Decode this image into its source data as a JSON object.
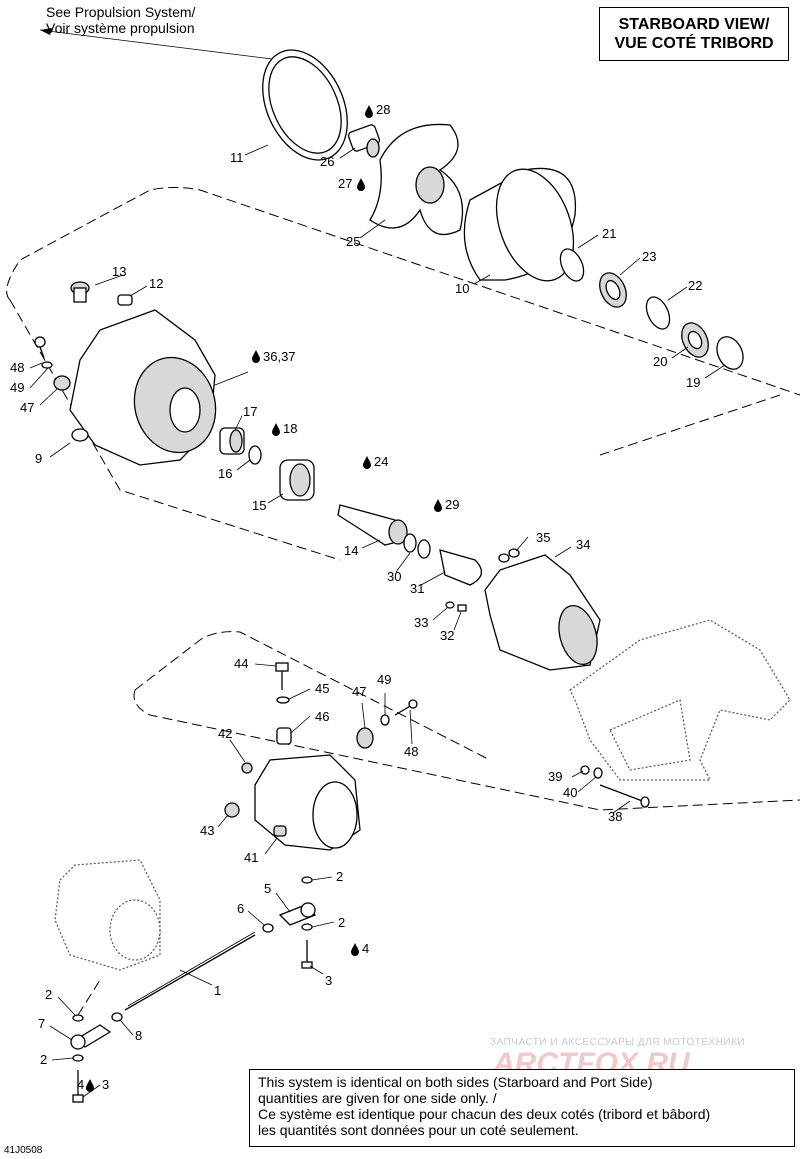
{
  "header": {
    "line1": "STARBOARD VIEW/",
    "line2": "VUE COTÉ TRIBORD"
  },
  "reference": {
    "line1": "See Propulsion System/",
    "line2": "Voir système propulsion"
  },
  "note": {
    "line1": "This system is identical on both sides (Starboard and Port Side)",
    "line2": "quantities are given for one side only. /",
    "line3": "Ce système est identique pour chacun des deux cotés (tribord et bâbord)",
    "line4": "les quantités sont données pour un coté seulement."
  },
  "figure_code": "41J0508",
  "watermark": {
    "text": "ЗАПЧАСТИ И АКСЕССУАРЫ ДЛЯ МОТОТЕХНИКИ",
    "logo": "ARCТFOX.RU"
  },
  "icons": {
    "lubricant": "oil-drop-icon"
  },
  "callouts": {
    "c1": "1",
    "c2a": "2",
    "c2b": "2",
    "c2c": "2",
    "c2d": "2",
    "c3a": "3",
    "c3b": "3",
    "c4a": "4",
    "c4b": "4",
    "c5": "5",
    "c6": "6",
    "c7": "7",
    "c8": "8",
    "c9": "9",
    "c10": "10",
    "c11": "11",
    "c12": "12",
    "c13": "13",
    "c14": "14",
    "c15": "15",
    "c16": "16",
    "c17": "17",
    "c18": "18",
    "c19": "19",
    "c20": "20",
    "c21": "21",
    "c22": "22",
    "c23": "23",
    "c24": "24",
    "c25": "25",
    "c26": "26",
    "c27": "27",
    "c28": "28",
    "c29": "29",
    "c30": "30",
    "c31": "31",
    "c32": "32",
    "c33": "33",
    "c34": "34",
    "c35": "35",
    "c3637": "36,37",
    "c38": "38",
    "c39": "39",
    "c40": "40",
    "c41": "41",
    "c42": "42",
    "c43": "43",
    "c44": "44",
    "c45": "45",
    "c46": "46",
    "c47a": "47",
    "c47b": "47",
    "c48a": "48",
    "c48b": "48",
    "c49a": "49",
    "c49b": "49"
  }
}
